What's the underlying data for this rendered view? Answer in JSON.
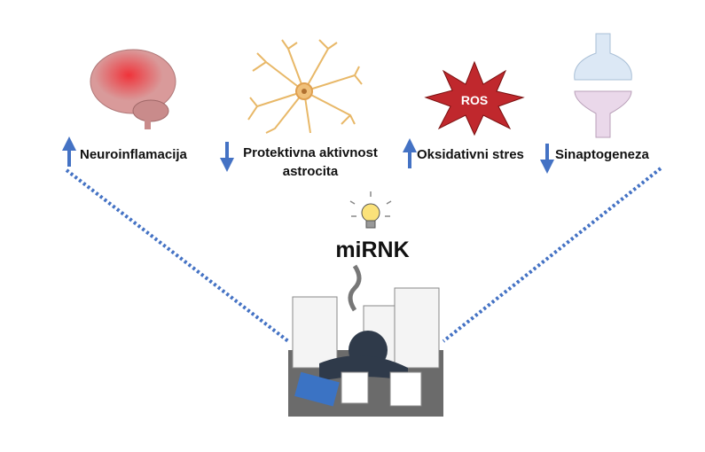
{
  "effects": [
    {
      "label": "Neuroinflamacija",
      "direction": "up",
      "icon": "brain-icon"
    },
    {
      "label": "Protektivna aktivnost astrocita",
      "direction": "down",
      "icon": "astrocyte-icon"
    },
    {
      "label": "Oksidativni stres",
      "direction": "up",
      "icon": "ros-icon"
    },
    {
      "label": "Sinaptogeneza",
      "direction": "down",
      "icon": "synapse-icon"
    }
  ],
  "ros_text": "ROS",
  "center_label": "miRNK",
  "colors": {
    "arrow": "#4472c4",
    "dots": "#4472c4",
    "ros": "#c0282d"
  }
}
